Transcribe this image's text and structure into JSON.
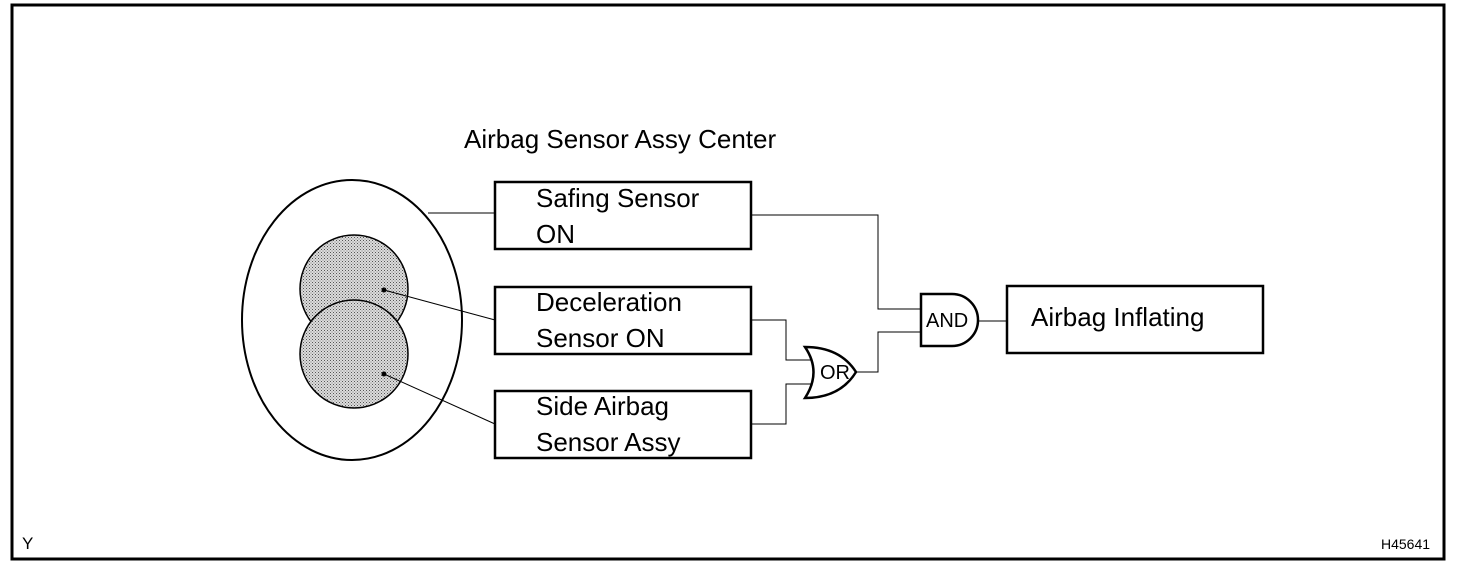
{
  "title": "Airbag Sensor Assy Center",
  "boxes": {
    "safing": {
      "line1": "Safing Sensor",
      "line2": "ON"
    },
    "deceleration": {
      "line1": "Deceleration",
      "line2": "Sensor ON"
    },
    "side": {
      "line1": "Side Airbag",
      "line2": "Sensor Assy"
    },
    "output": {
      "label": "Airbag Inflating"
    }
  },
  "gates": {
    "or_label": "OR",
    "and_label": "AND"
  },
  "corner_left": "Y",
  "corner_right": "H45641",
  "colors": {
    "stroke": "#000000",
    "background": "#ffffff",
    "circle_fill": "#bfbfbf"
  }
}
